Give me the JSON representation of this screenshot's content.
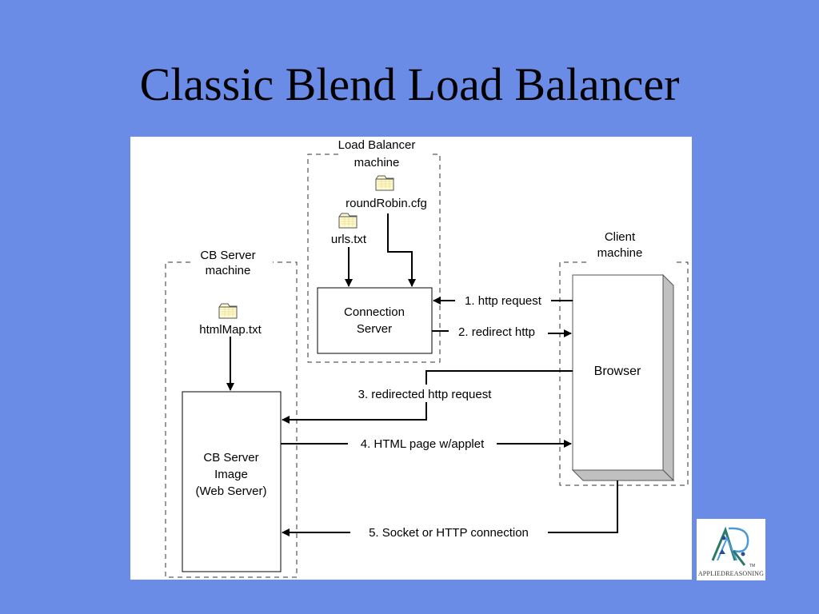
{
  "slide": {
    "title": "Classic Blend Load Balancer",
    "background_color": "#6b8ce6"
  },
  "diagram": {
    "groups": {
      "load_balancer": {
        "label_line1": "Load Balancer",
        "label_line2": "machine"
      },
      "cb_server": {
        "label_line1": "CB Server",
        "label_line2": "machine"
      },
      "client": {
        "label_line1": "Client",
        "label_line2": "machine"
      }
    },
    "files": {
      "round_robin": "roundRobin.cfg",
      "urls": "urls.txt",
      "html_map": "htmlMap.txt"
    },
    "boxes": {
      "connection_server": {
        "line1": "Connection",
        "line2": "Server"
      },
      "cb_server_image": {
        "line1": "CB Server",
        "line2": "Image",
        "line3": "(Web Server)"
      },
      "browser": {
        "label": "Browser"
      }
    },
    "flows": [
      "1. http request",
      "2. redirect http",
      "3. redirected http request",
      "4. HTML page w/applet",
      "5. Socket or HTTP connection"
    ]
  },
  "logo": {
    "name": "AppliedReasoning",
    "text": "APPLIEDREASONING",
    "tm": "TM"
  }
}
